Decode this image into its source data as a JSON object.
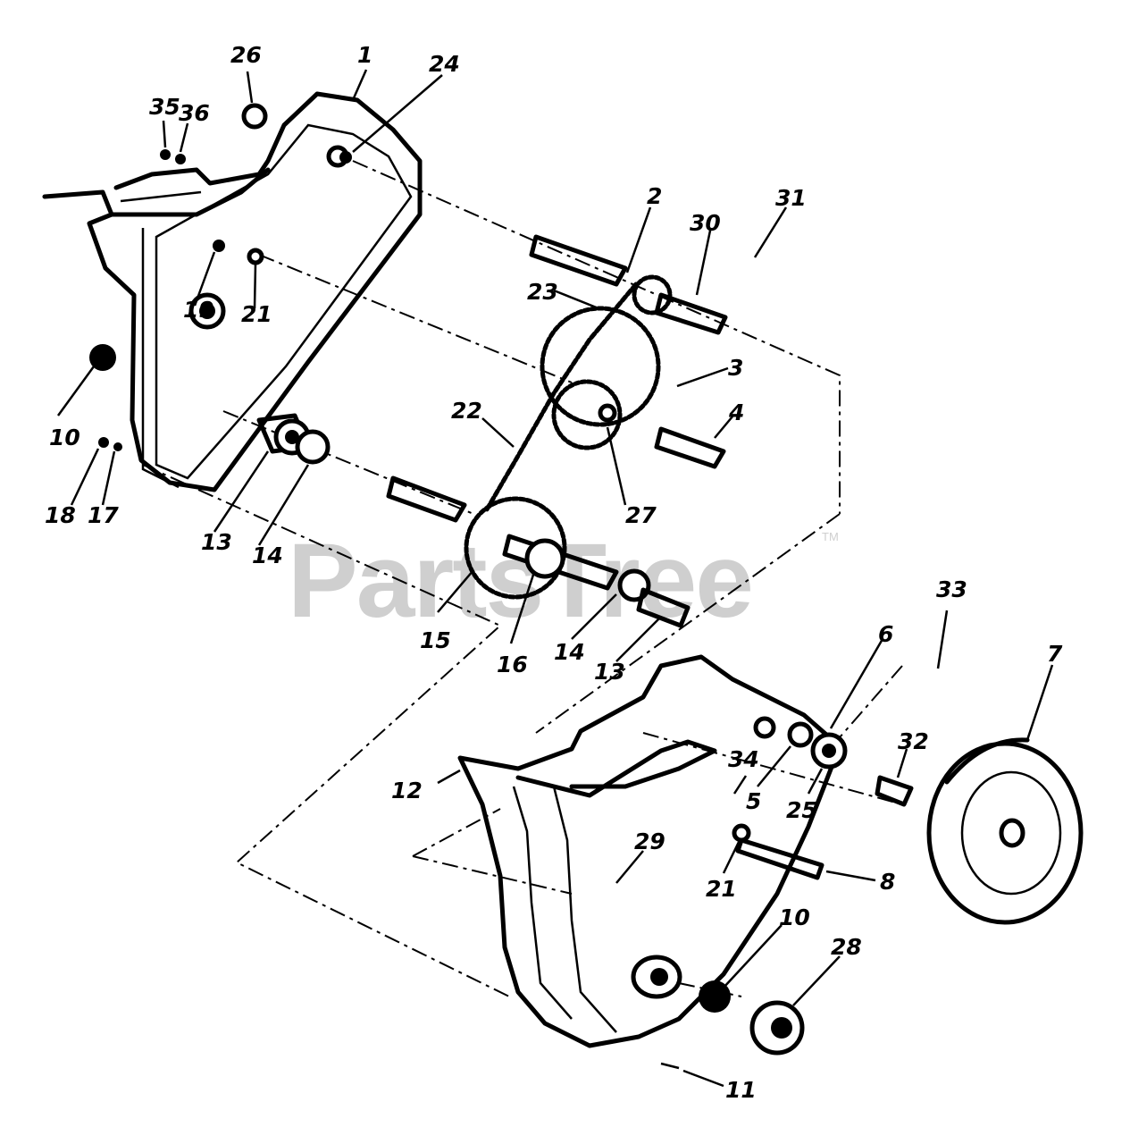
{
  "watermark": {
    "text": "PartsTree",
    "tm": "TM"
  },
  "part_labels": [
    {
      "id": "1",
      "text": "1"
    },
    {
      "id": "2",
      "text": "2"
    },
    {
      "id": "3",
      "text": "3"
    },
    {
      "id": "4",
      "text": "4"
    },
    {
      "id": "5",
      "text": "5"
    },
    {
      "id": "6",
      "text": "6"
    },
    {
      "id": "7",
      "text": "7"
    },
    {
      "id": "8",
      "text": "8"
    },
    {
      "id": "10a",
      "text": "10"
    },
    {
      "id": "10b",
      "text": "10"
    },
    {
      "id": "11",
      "text": "11"
    },
    {
      "id": "12",
      "text": "12"
    },
    {
      "id": "13a",
      "text": "13"
    },
    {
      "id": "13b",
      "text": "13"
    },
    {
      "id": "14a",
      "text": "14"
    },
    {
      "id": "14b",
      "text": "14"
    },
    {
      "id": "15",
      "text": "15"
    },
    {
      "id": "16",
      "text": "16"
    },
    {
      "id": "17",
      "text": "17"
    },
    {
      "id": "18",
      "text": "18"
    },
    {
      "id": "19",
      "text": "19"
    },
    {
      "id": "21a",
      "text": "21"
    },
    {
      "id": "21b",
      "text": "21"
    },
    {
      "id": "22",
      "text": "22"
    },
    {
      "id": "23",
      "text": "23"
    },
    {
      "id": "24",
      "text": "24"
    },
    {
      "id": "25",
      "text": "25"
    },
    {
      "id": "26",
      "text": "26"
    },
    {
      "id": "27",
      "text": "27"
    },
    {
      "id": "28",
      "text": "28"
    },
    {
      "id": "29",
      "text": "29"
    },
    {
      "id": "30",
      "text": "30"
    },
    {
      "id": "31",
      "text": "31"
    },
    {
      "id": "32",
      "text": "32"
    },
    {
      "id": "33",
      "text": "33"
    },
    {
      "id": "34",
      "text": "34"
    },
    {
      "id": "35",
      "text": "35"
    },
    {
      "id": "36",
      "text": "36"
    }
  ]
}
